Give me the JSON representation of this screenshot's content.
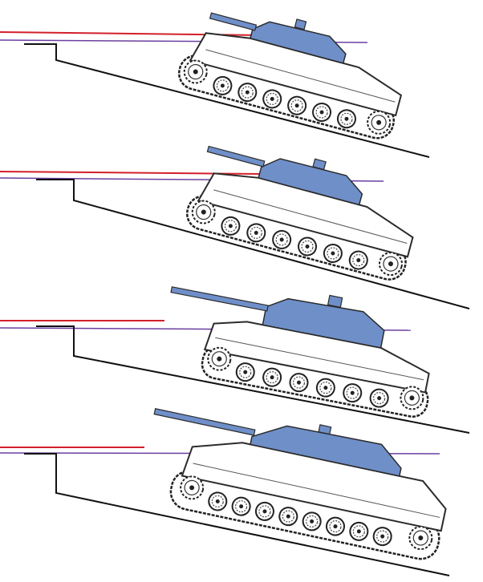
{
  "colors": {
    "background": "#ffffff",
    "line_of_fire": "#d2202a",
    "horizon_line": "#6a3fa0",
    "turret_fill": "#6f8fc9",
    "hull_stroke": "#2b2b2b",
    "slope_stroke": "#111111"
  },
  "panels": [
    {
      "name": "tank-1",
      "kind": "short-turret-tank"
    },
    {
      "name": "tank-2",
      "kind": "short-turret-tank"
    },
    {
      "name": "tank-3",
      "kind": "long-gun-tank"
    },
    {
      "name": "tank-4",
      "kind": "long-gun-tank"
    }
  ]
}
